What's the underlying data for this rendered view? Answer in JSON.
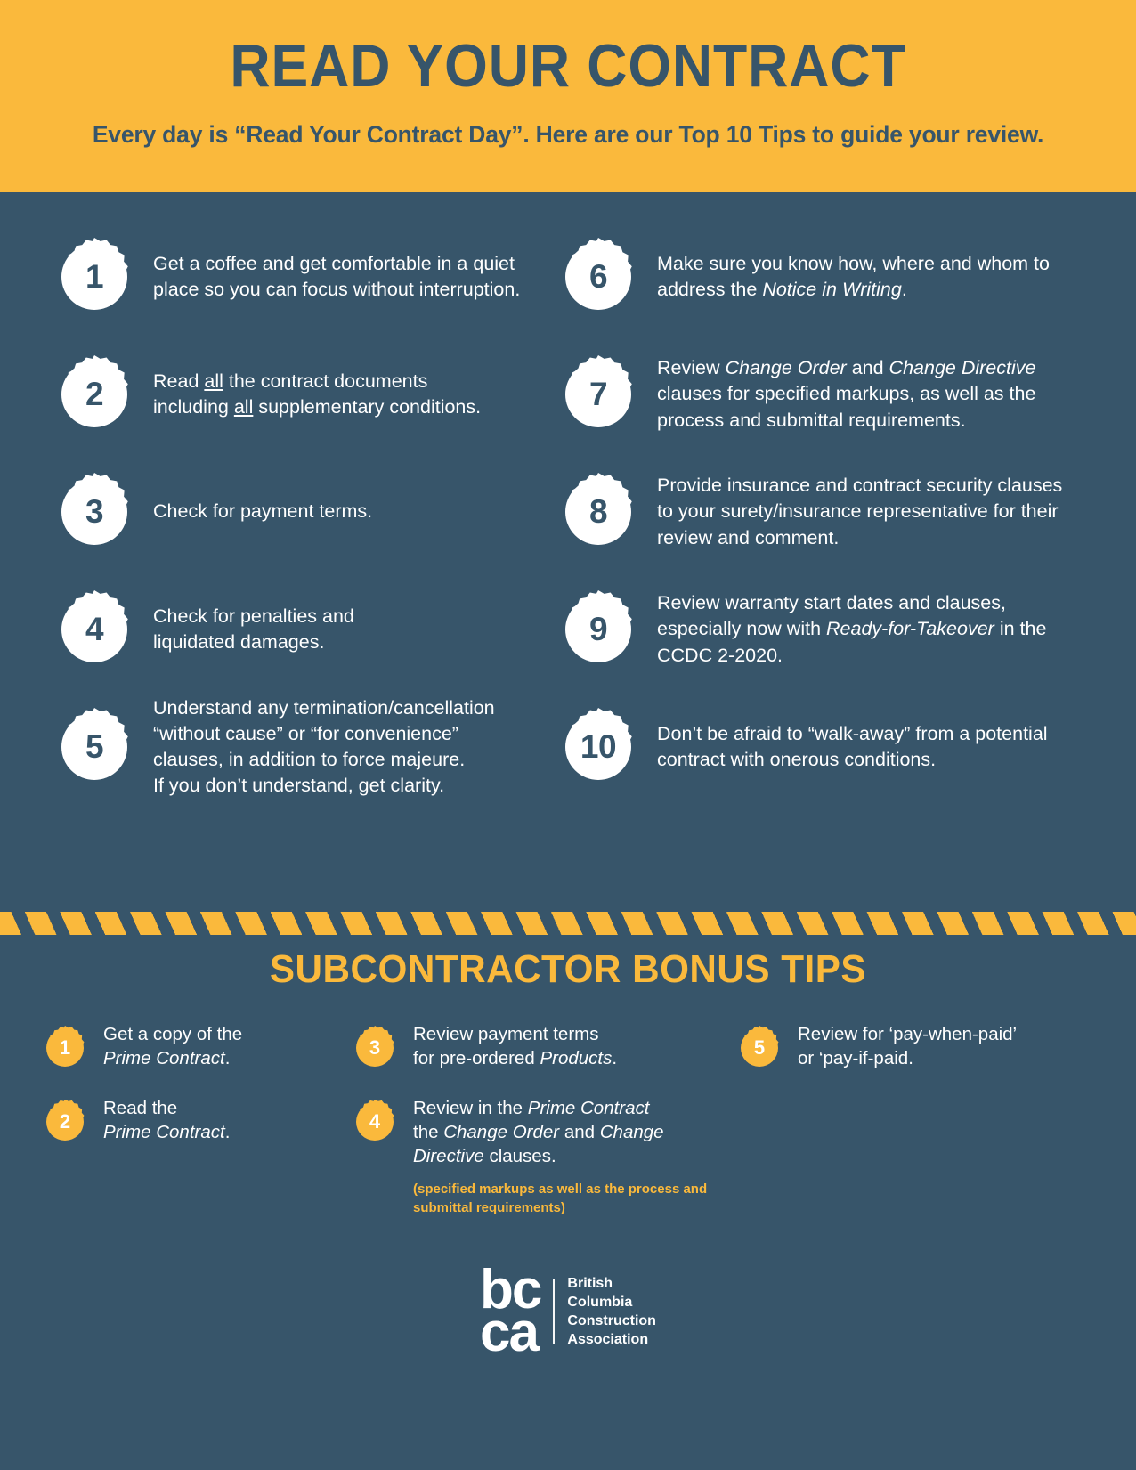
{
  "colors": {
    "background": "#37556a",
    "accent": "#fab93c",
    "text_light": "#ffffff"
  },
  "header": {
    "title": "READ YOUR CONTRACT",
    "subtitle": "Every day is “Read Your Contract Day”. Here are our Top 10 Tips to guide your review."
  },
  "tips": {
    "left": [
      {
        "number": "1",
        "html": "Get a coffee and get comfortable in a quiet place so you can focus without interruption."
      },
      {
        "number": "2",
        "html": "Read <u>all</u> the contract documents<br>including <u>all</u> supplementary conditions."
      },
      {
        "number": "3",
        "html": "Check for payment terms."
      },
      {
        "number": "4",
        "html": "Check for penalties and<br>liquidated damages."
      },
      {
        "number": "5",
        "html": "Understand any termination/cancellation<br>“without cause” or “for convenience”<br>clauses, in addition to force majeure.<br>If you don’t understand, get clarity."
      }
    ],
    "right": [
      {
        "number": "6",
        "html": "Make sure you know how, where and whom to address the <em>Notice in Writing</em>."
      },
      {
        "number": "7",
        "html": "Review <em>Change Order</em> and <em>Change Directive</em> clauses for specified markups, as well as the process and submittal requirements."
      },
      {
        "number": "8",
        "html": "Provide insurance and contract security clauses to your surety/insurance representative for their review and comment."
      },
      {
        "number": "9",
        "html": "Review warranty start dates and clauses, especially now with <em>Ready-for-Takeover</em> in the CCDC 2-2020."
      },
      {
        "number": "10",
        "html": "Don’t be afraid to “walk-away” from a potential contract with onerous conditions."
      }
    ]
  },
  "bonus": {
    "title": "SUBCONTRACTOR BONUS TIPS",
    "column1": [
      {
        "number": "1",
        "html": "Get a copy of the<br><em>Prime Contract</em>."
      },
      {
        "number": "2",
        "html": "Read the<br><em>Prime Contract</em>."
      }
    ],
    "column2": [
      {
        "number": "3",
        "html": "Review payment terms<br>for pre-ordered <em>Products</em>."
      },
      {
        "number": "4",
        "html": "Review in the <em>Prime Contract</em><br>the <em>Change Order</em> and <em>Change Directive</em> clauses.",
        "note": "(specified markups as well as the process and submittal requirements)"
      }
    ],
    "column3": [
      {
        "number": "5",
        "html": "Review for ‘pay-when-paid’<br>or ‘pay-if-paid."
      }
    ]
  },
  "logo": {
    "mark_line1": "bc",
    "mark_line2": "ca",
    "name_line1": "British",
    "name_line2": "Columbia",
    "name_line3": "Construction",
    "name_line4": "Association"
  }
}
